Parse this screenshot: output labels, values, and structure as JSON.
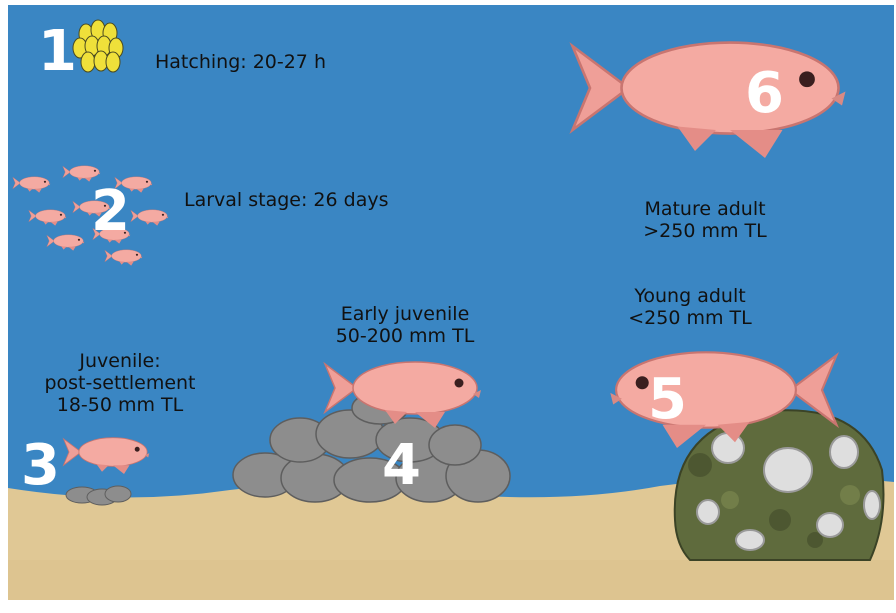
{
  "stages": [
    {
      "number": "1",
      "lines": [
        "Hatching: 20-27 h"
      ]
    },
    {
      "number": "2",
      "lines": [
        "Larval stage: 26 days"
      ]
    },
    {
      "number": "3",
      "lines": [
        "Juvenile:",
        "post-settlement",
        "18-50 mm TL"
      ]
    },
    {
      "number": "4",
      "lines": [
        "Early juvenile",
        "50-200 mm TL"
      ]
    },
    {
      "number": "5",
      "lines": [
        "Young adult",
        "<250 mm TL"
      ]
    },
    {
      "number": "6",
      "lines": [
        "Mature adult",
        ">250 mm TL"
      ]
    }
  ],
  "colors": {
    "water": "#3a86c3",
    "sand": "#e0c895",
    "fish": "#f0a09a",
    "egg": "#efe03a",
    "rock": "#8d8d8d",
    "reef": "#5f6b3d"
  }
}
